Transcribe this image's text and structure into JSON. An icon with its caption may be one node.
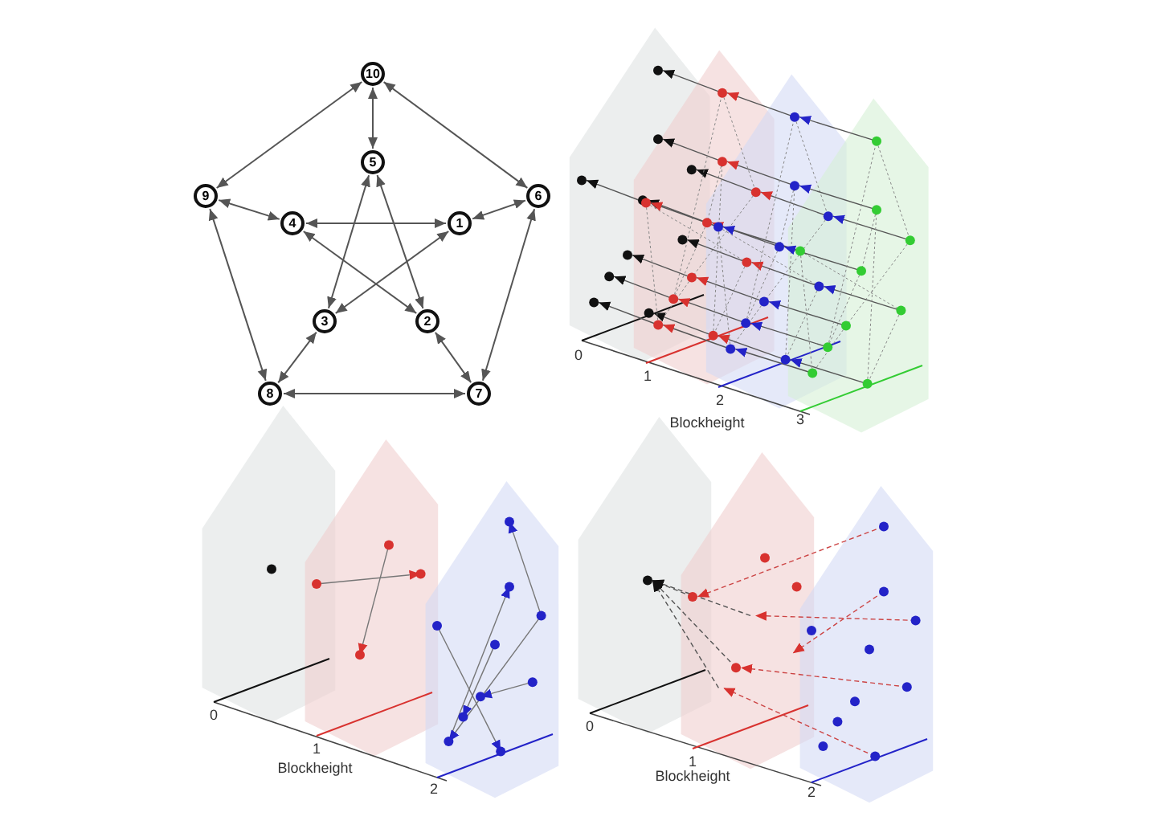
{
  "diagram": {
    "nodes": [
      {
        "text": [
          "10"
        ]
      },
      {
        "text": [
          "5"
        ]
      },
      {
        "text": [
          "9"
        ]
      },
      {
        "text": [
          "6"
        ]
      },
      {
        "text": [
          "4"
        ]
      },
      {
        "text": [
          "1"
        ]
      },
      {
        "text": [
          "3"
        ]
      },
      {
        "text": [
          "2"
        ]
      },
      {
        "text": [
          "8"
        ]
      },
      {
        "text": [
          "7"
        ]
      }
    ],
    "edges": [
      {
        "from": 0,
        "to": 1,
        "arrow": "both"
      },
      {
        "from": 0,
        "to": 2,
        "arrow": "both"
      },
      {
        "from": 0,
        "to": 3,
        "arrow": "both"
      },
      {
        "from": 2,
        "to": 4,
        "arrow": "both"
      },
      {
        "from": 3,
        "to": 5,
        "arrow": "both"
      },
      {
        "from": 4,
        "to": 5,
        "arrow": "both"
      },
      {
        "from": 1,
        "to": 6,
        "arrow": "both"
      },
      {
        "from": 1,
        "to": 7,
        "arrow": "both"
      },
      {
        "from": 5,
        "to": 6,
        "arrow": "both"
      },
      {
        "from": 4,
        "to": 7,
        "arrow": "both"
      },
      {
        "from": 2,
        "to": 8,
        "arrow": "both"
      },
      {
        "from": 3,
        "to": 9,
        "arrow": "both"
      },
      {
        "from": 6,
        "to": 8,
        "arrow": "both"
      },
      {
        "from": 7,
        "to": 9,
        "arrow": "both"
      },
      {
        "from": 8,
        "to": 9,
        "arrow": "both"
      }
    ],
    "labels": [
      "0",
      "1",
      "2",
      "3",
      "Blockheight",
      "0",
      "1",
      "2",
      "Blockheight",
      "0",
      "1",
      "2",
      "Blockheight"
    ]
  }
}
